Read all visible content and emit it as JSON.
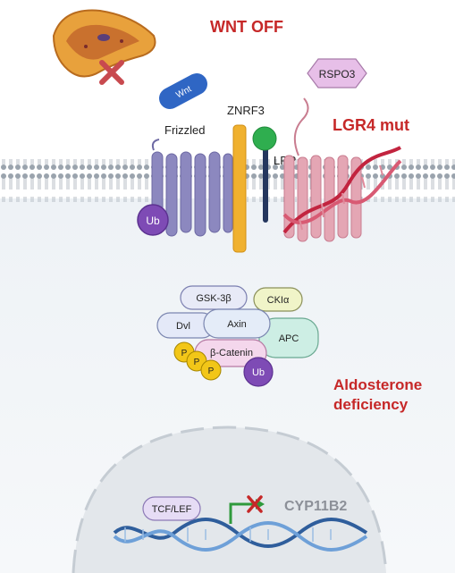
{
  "header": {
    "state_label": "WNT OFF"
  },
  "ligands": {
    "wnt": "Wnt",
    "rspo3": "RSPO3"
  },
  "membrane": {
    "frizzled": "Frizzled",
    "znrf3": "ZNRF3",
    "lrp": "LRP",
    "ub_membrane": "Ub",
    "lgr4_mut": "LGR4 mut"
  },
  "complex": {
    "gsk3b": "GSK-3β",
    "ckia": "CKIα",
    "dvl": "Dvl",
    "axin": "Axin",
    "apc": "APC",
    "beta_catenin": "β-Catenin",
    "p1": "P",
    "p2": "P",
    "p3": "P",
    "ub": "Ub"
  },
  "outcome": {
    "line1": "Aldosterone",
    "line2": "deficiency"
  },
  "nucleus": {
    "tcf_lef": "TCF/LEF",
    "gene": "CYP11B2"
  },
  "colors": {
    "title_red": "#c62828",
    "frizzled": "#8c88bf",
    "znrf3": "#f0b12f",
    "lrp_head": "#2fae4f",
    "lrp_stalk": "#24365e",
    "lgr4": "#e4a6b4",
    "dna": "#2f5e9c",
    "ub": "#7e4bb5",
    "phospho": "#f2c618"
  },
  "icons": [
    "adrenal-gland-icon",
    "red-x-icon",
    "dna-helix-icon",
    "arrow-icon",
    "blocked-x-icon"
  ]
}
